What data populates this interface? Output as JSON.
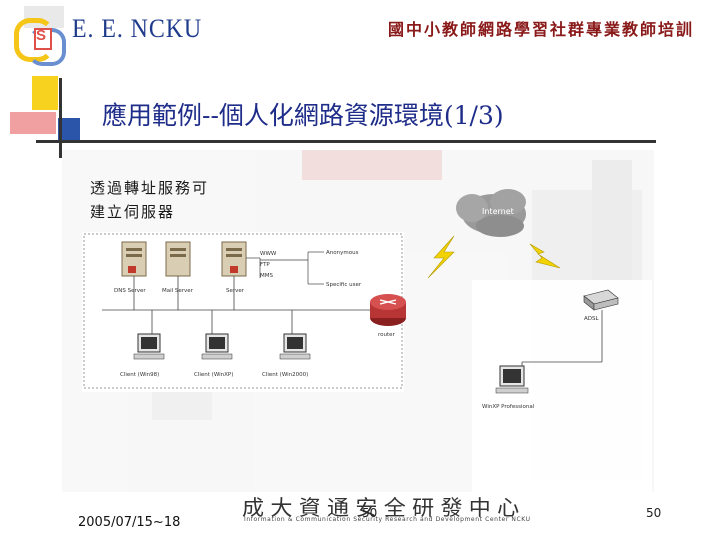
{
  "header": {
    "logo_text": "E. E. NCKU",
    "logo_letters": "S",
    "title": "國中小教師網路學習社群專業教師培訓"
  },
  "slide": {
    "title": "應用範例--個人化網路資源環境(1/3)",
    "description_line1": "透過轉址服務可",
    "description_line2": "建立伺服器"
  },
  "diagram": {
    "servers": [
      "DNS Server",
      "Mail Server",
      "Server"
    ],
    "service_labels": [
      "WWW",
      "FTP",
      "MMS"
    ],
    "user_labels": [
      "Anonymous",
      "Specific user"
    ],
    "router_label": "router",
    "internet_label": "Internet",
    "adsl_label": "ADSL",
    "clients": [
      "Client (Win98)",
      "Client (WinXP)",
      "Client (Win2000)"
    ],
    "remote_client": "WinXP Professional"
  },
  "footer": {
    "date": "2005/07/15~18",
    "center_number": "50",
    "page_number": "50",
    "org_name": "成大資通安全研發中心",
    "org_subtitle": "Information & Communication Security Research and Development Center NCKU"
  },
  "colors": {
    "title_blue": "#1f2d8a",
    "header_red": "#8a1a1a",
    "accent_yellow": "#f7d21e",
    "accent_red": "#d8322e",
    "accent_blue": "#2a55a8"
  }
}
